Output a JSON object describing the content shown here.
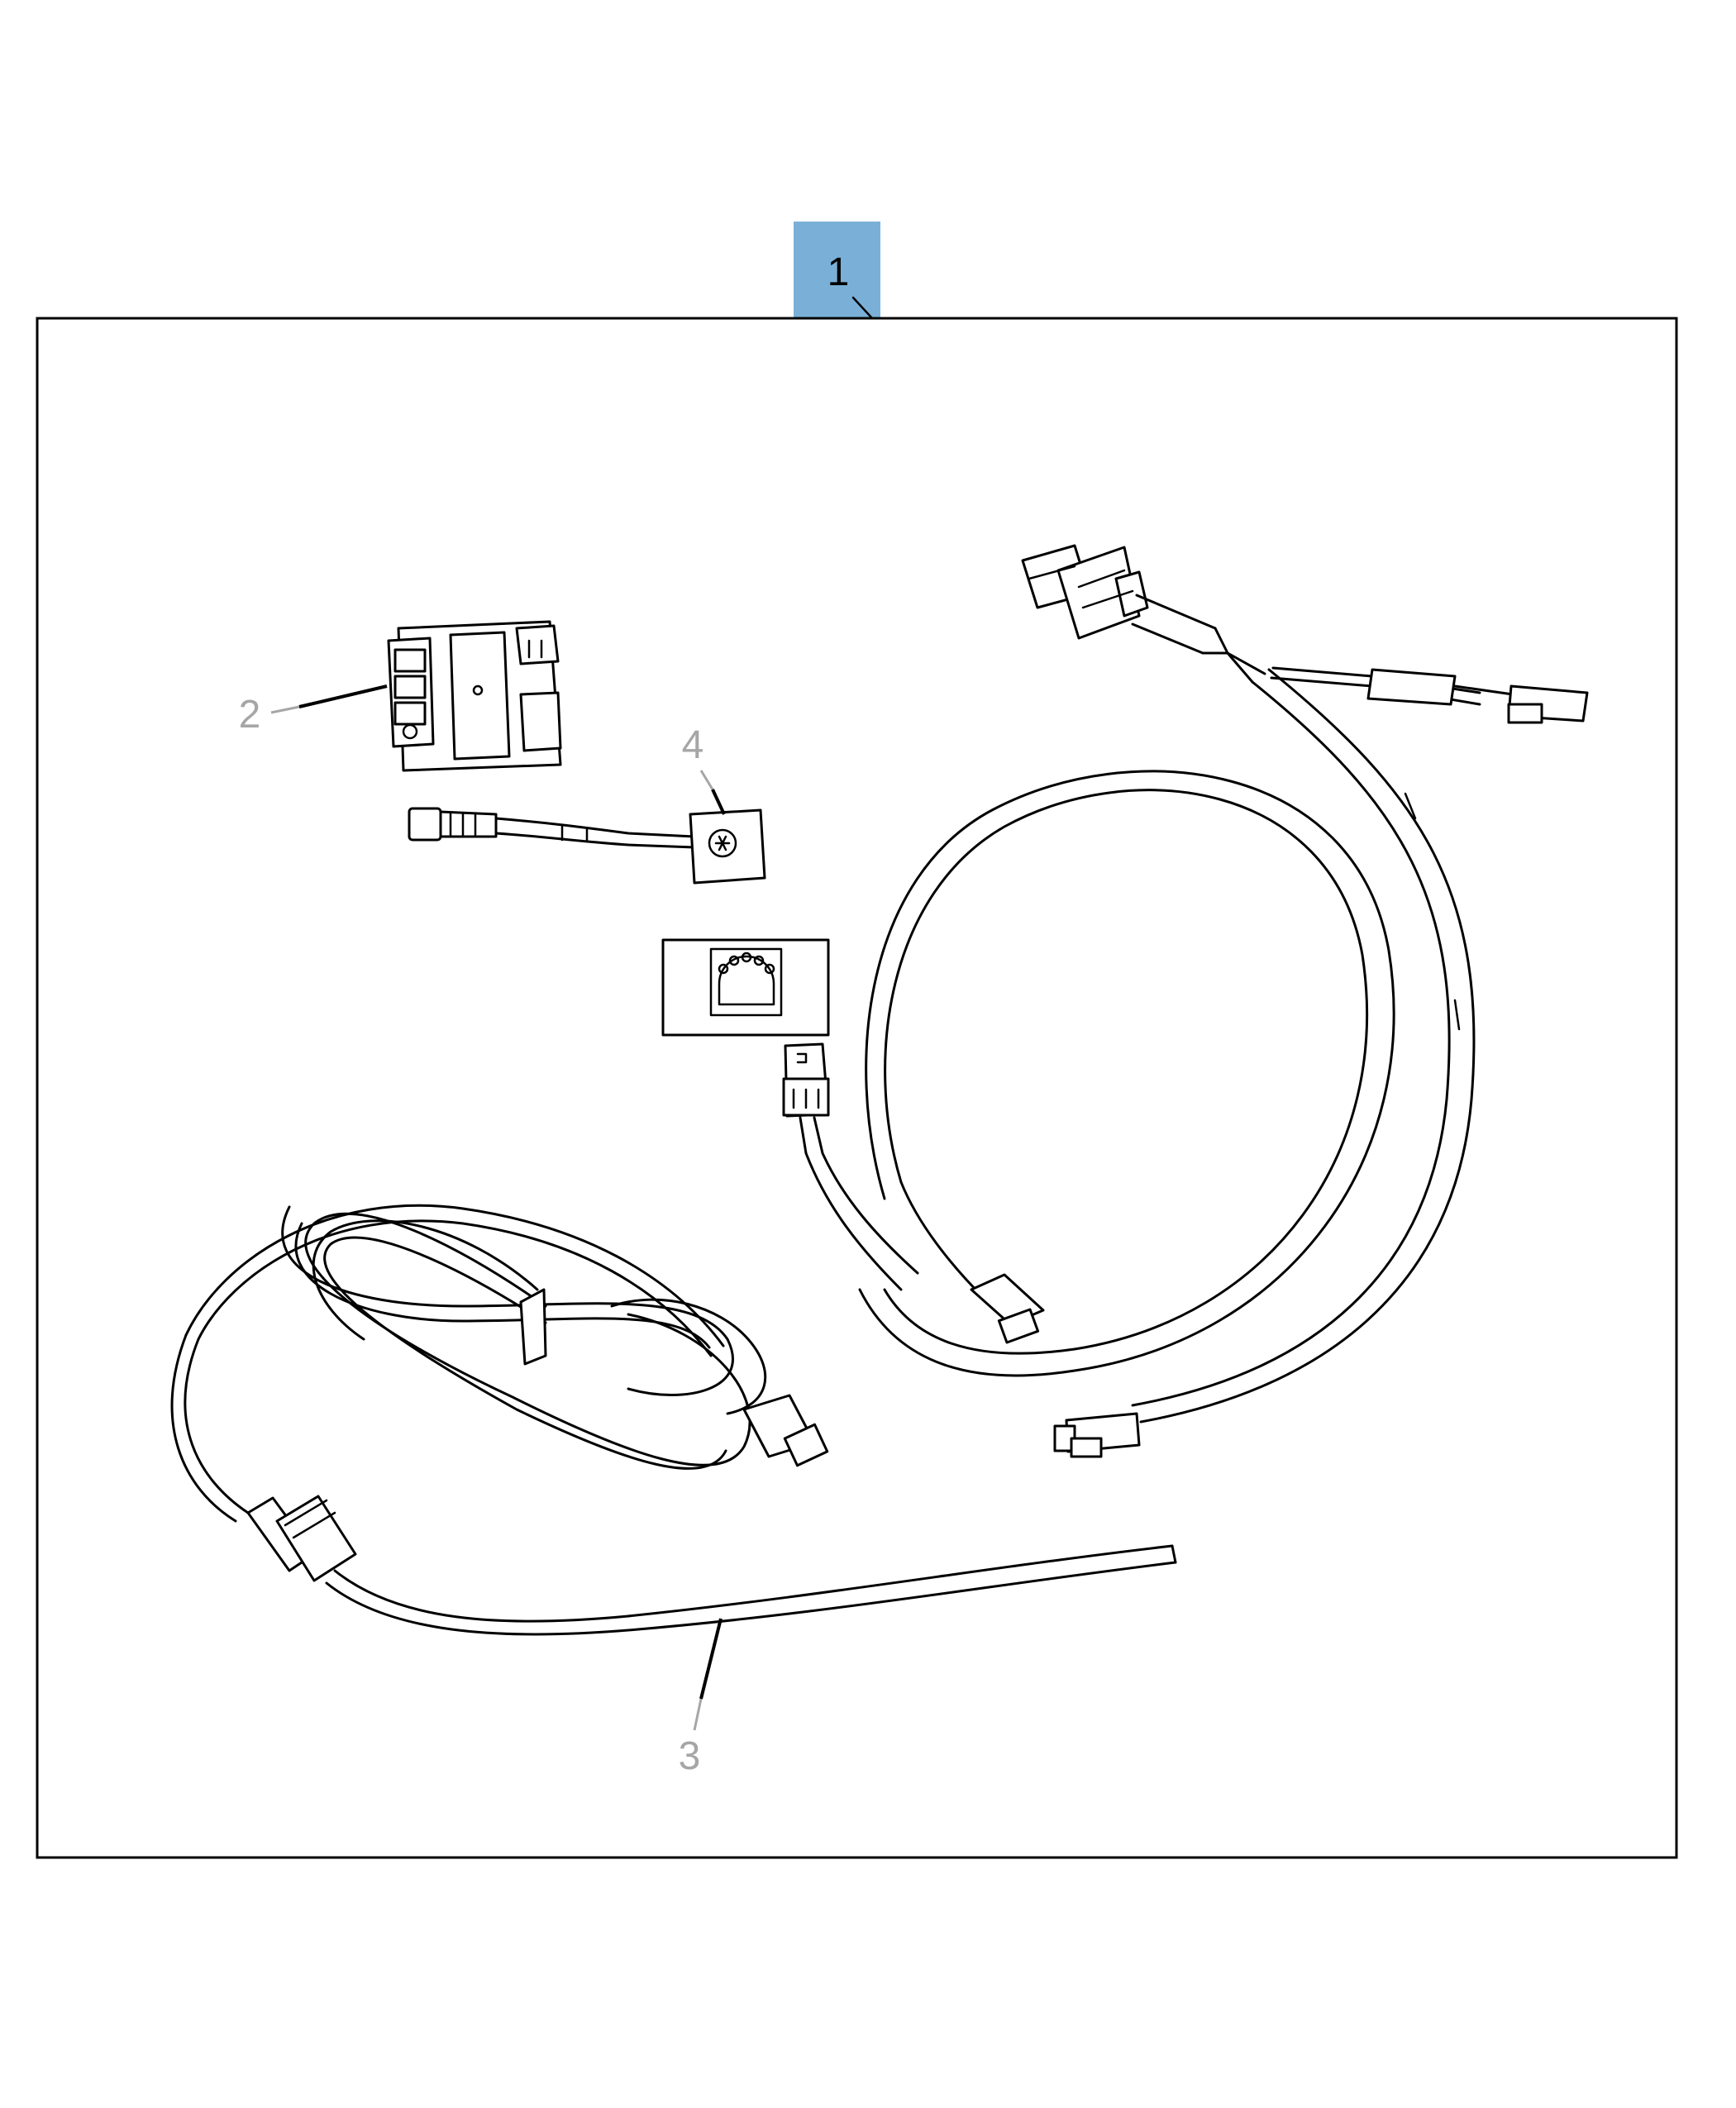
{
  "callouts": [
    {
      "id": "1",
      "label": "1",
      "highlighted": true
    },
    {
      "id": "2",
      "label": "2",
      "highlighted": false
    },
    {
      "id": "3",
      "label": "3",
      "highlighted": false
    },
    {
      "id": "4",
      "label": "4",
      "highlighted": false
    }
  ],
  "colors": {
    "highlight": "#7ab0d8",
    "line": "#000000",
    "callout_text": "#000000",
    "callout_muted": "#a6a6a6",
    "background": "#ffffff"
  }
}
